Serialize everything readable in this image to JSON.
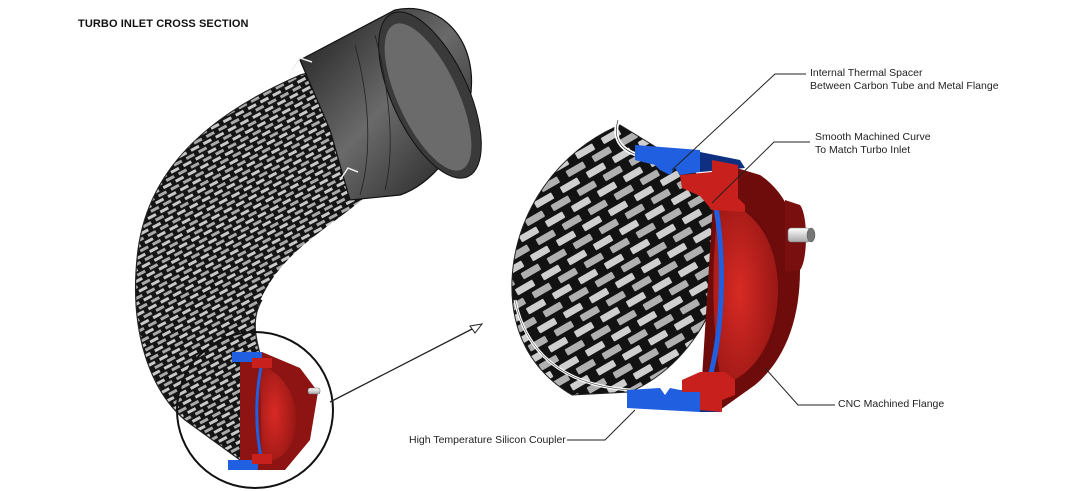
{
  "diagram": {
    "title": "TURBO INLET CROSS SECTION",
    "callouts": [
      {
        "id": "thermal-spacer",
        "line1": "Internal Thermal Spacer",
        "line2": "Between Carbon Tube and Metal Flange"
      },
      {
        "id": "machined-curve",
        "line1": "Smooth Machined Curve",
        "line2": "To Match Turbo Inlet"
      },
      {
        "id": "cnc-flange",
        "line1": "CNC Machined Flange",
        "line2": ""
      },
      {
        "id": "silicon-coupler",
        "line1": "High Temperature Silicon Coupler",
        "line2": ""
      }
    ],
    "components": {
      "carbon_tube": "carbon fiber tube",
      "coupler": "silicon coupler",
      "flange": "metal flange",
      "detail_view": "magnified detail"
    },
    "colors": {
      "coupler_blue": "#1f5fe0",
      "flange_red": "#c8201c",
      "flange_dark": "#6e0c0c",
      "carbon_dark": "#1a1a1a",
      "carbon_light": "#bdbdbd",
      "pipe_end": "#2a2a2a",
      "leader_line": "#222222"
    }
  }
}
